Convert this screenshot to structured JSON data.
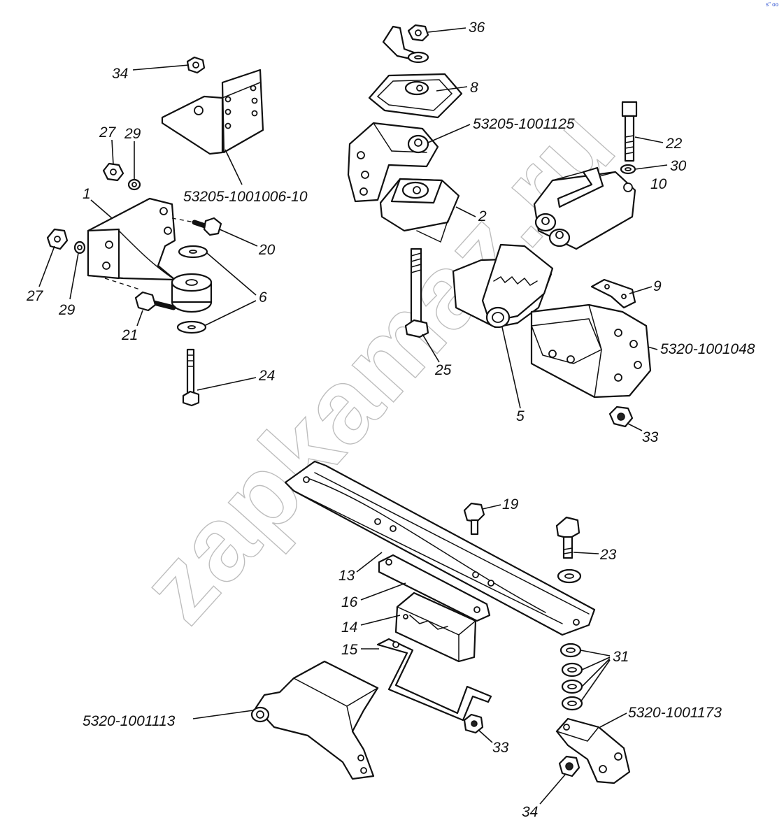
{
  "watermark": "zapkamaz.ru",
  "corner_mark": "s\" oo",
  "labels": {
    "l34a": "34",
    "l53205_1001006_10": "53205-1001006-10",
    "l27a": "27",
    "l29a": "29",
    "l1": "1",
    "l20": "20",
    "l27b": "27",
    "l29b": "29",
    "l6": "6",
    "l21": "21",
    "l24": "24",
    "l36": "36",
    "l8": "8",
    "l53205_1001125": "53205-1001125",
    "l22": "22",
    "l30": "30",
    "l10": "10",
    "l2": "2",
    "l9": "9",
    "l5320_1001048": "5320-1001048",
    "l25": "25",
    "l5": "5",
    "l33a": "33",
    "l19": "19",
    "l23": "23",
    "l13": "13",
    "l16": "16",
    "l14": "14",
    "l15": "15",
    "l31": "31",
    "l5320_1001113": "5320-1001113",
    "l33b": "33",
    "l5320_1001173": "5320-1001173",
    "l34b": "34"
  }
}
